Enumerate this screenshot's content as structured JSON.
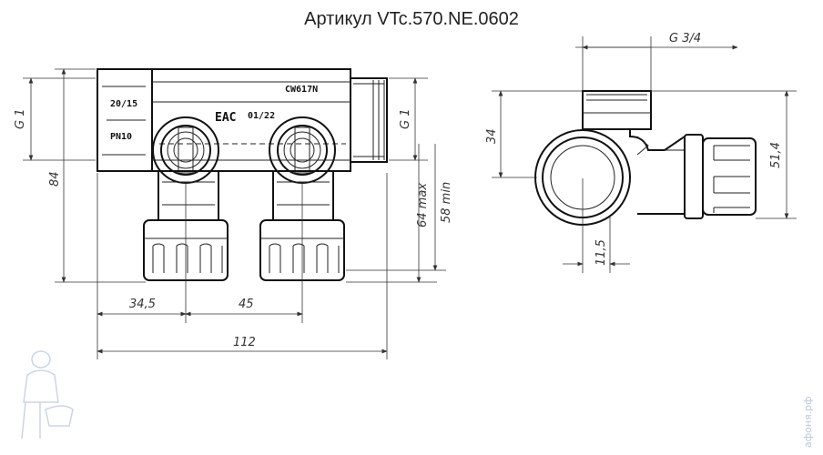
{
  "title": "Артикул VTc.570.NE.0602",
  "front_view": {
    "body_labels": {
      "size": "20/15",
      "pressure": "PN10",
      "material": "CW617N",
      "mark": "EAC",
      "date": "01/22"
    },
    "dims": {
      "overall_height": "84",
      "left_thread": "G 1",
      "right_thread": "G 1",
      "outlet_max": "64 max",
      "outlet_min": "58 min",
      "first_outlet": "34,5",
      "outlet_pitch": "45",
      "overall_length": "112"
    }
  },
  "side_view": {
    "dims": {
      "top_thread": "G 3/4",
      "axis_height": "34",
      "total_height": "51,4",
      "offset": "11,5"
    }
  },
  "watermark": "афоня.рф"
}
